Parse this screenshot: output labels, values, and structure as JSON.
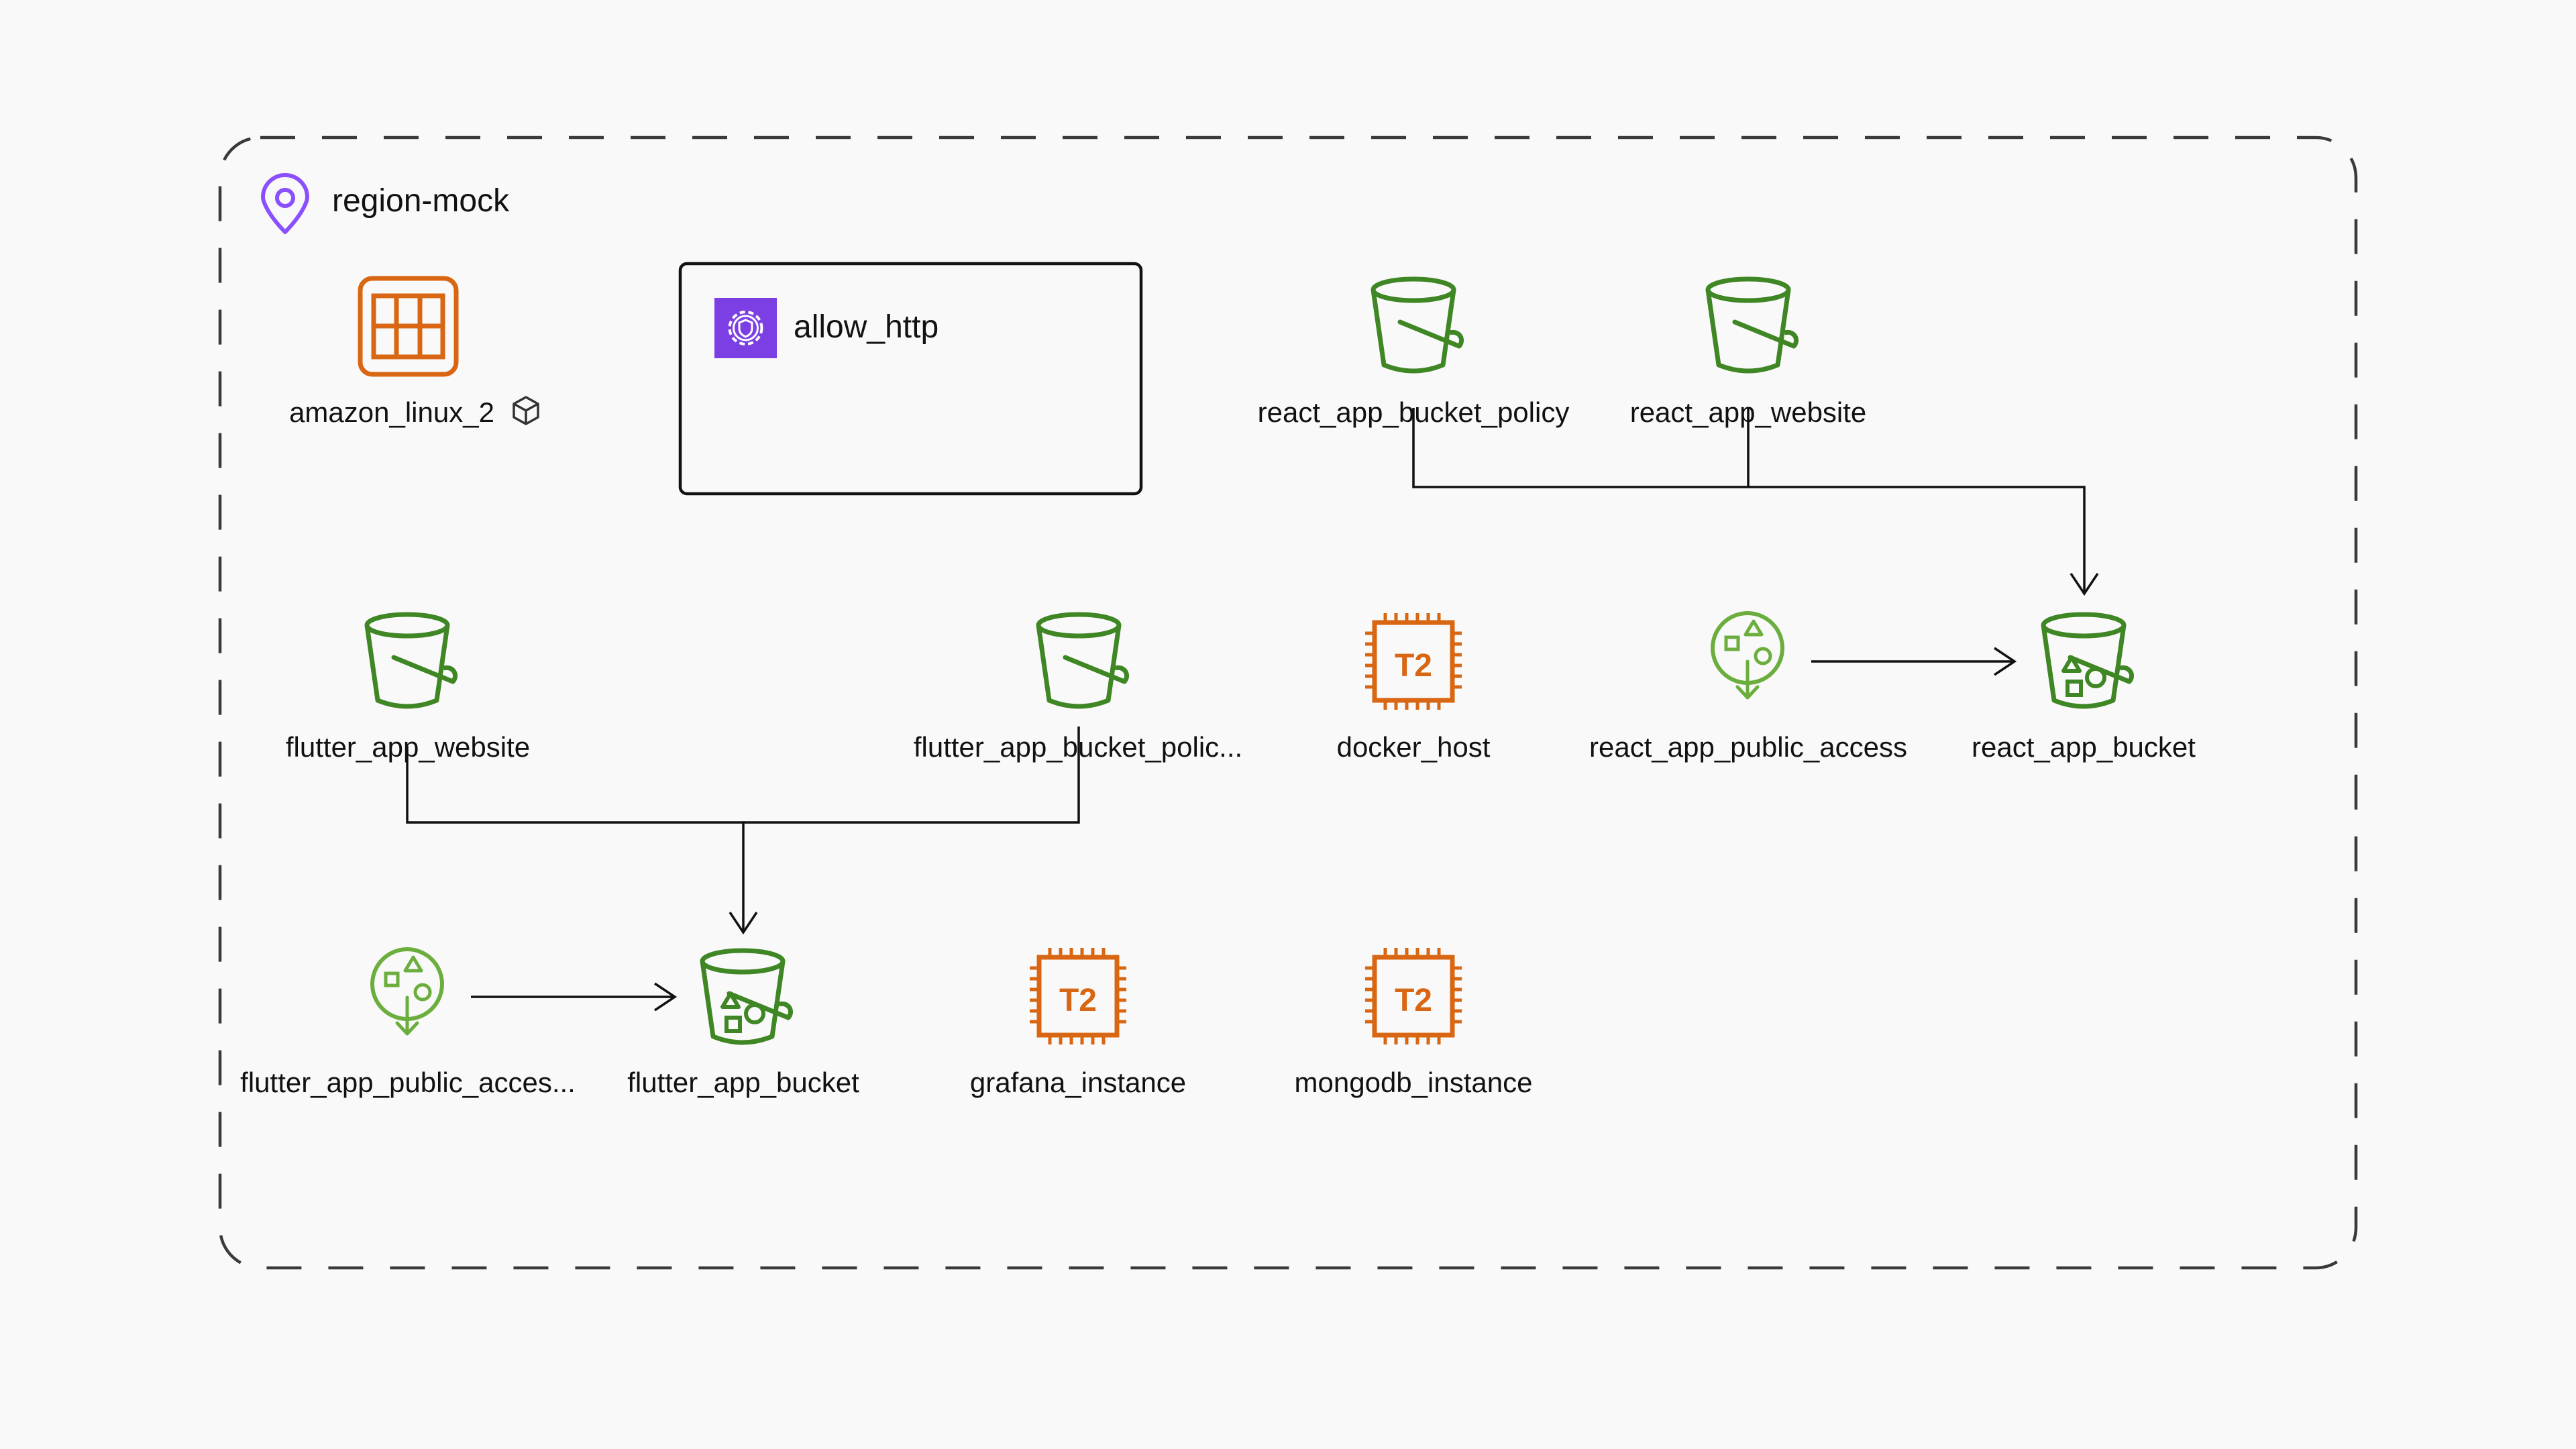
{
  "region": {
    "label": "region-mock",
    "icon": "location-pin-icon",
    "color": "#8c4fff"
  },
  "security_group": {
    "label": "allow_http",
    "icon": "shield-gear-icon",
    "color": "#7b3fe4"
  },
  "colors": {
    "s3": "#3f8624",
    "s3_access": "#6cae3e",
    "ec2": "#d86613",
    "edge": "#111111",
    "boundary": "#3a3a3a"
  },
  "nodes": [
    {
      "id": "amazon_linux_2",
      "label": "amazon_linux_2",
      "icon": "ami-icon",
      "badge": "data-source-icon"
    },
    {
      "id": "react_app_bucket_policy",
      "label": "react_app_bucket_policy",
      "icon": "s3-bucket-icon"
    },
    {
      "id": "react_app_website",
      "label": "react_app_website",
      "icon": "s3-bucket-icon"
    },
    {
      "id": "flutter_app_website",
      "label": "flutter_app_website",
      "icon": "s3-bucket-icon"
    },
    {
      "id": "flutter_app_bucket_policy",
      "label": "flutter_app_bucket_polic...",
      "icon": "s3-bucket-icon"
    },
    {
      "id": "docker_host",
      "label": "docker_host",
      "icon": "ec2-t2-instance-icon"
    },
    {
      "id": "react_app_public_access",
      "label": "react_app_public_access",
      "icon": "s3-access-points-icon"
    },
    {
      "id": "react_app_bucket",
      "label": "react_app_bucket",
      "icon": "s3-bucket-objects-icon"
    },
    {
      "id": "flutter_app_public_access",
      "label": "flutter_app_public_acces...",
      "icon": "s3-access-points-icon"
    },
    {
      "id": "flutter_app_bucket",
      "label": "flutter_app_bucket",
      "icon": "s3-bucket-objects-icon"
    },
    {
      "id": "grafana_instance",
      "label": "grafana_instance",
      "icon": "ec2-t2-instance-icon"
    },
    {
      "id": "mongodb_instance",
      "label": "mongodb_instance",
      "icon": "ec2-t2-instance-icon"
    }
  ],
  "edges": [
    {
      "from": "react_app_bucket_policy",
      "to": "react_app_bucket"
    },
    {
      "from": "react_app_website",
      "to": "react_app_bucket"
    },
    {
      "from": "react_app_public_access",
      "to": "react_app_bucket"
    },
    {
      "from": "flutter_app_website",
      "to": "flutter_app_bucket"
    },
    {
      "from": "flutter_app_bucket_policy",
      "to": "flutter_app_bucket"
    },
    {
      "from": "flutter_app_public_access",
      "to": "flutter_app_bucket"
    }
  ],
  "ec2_badge_text": "T2"
}
